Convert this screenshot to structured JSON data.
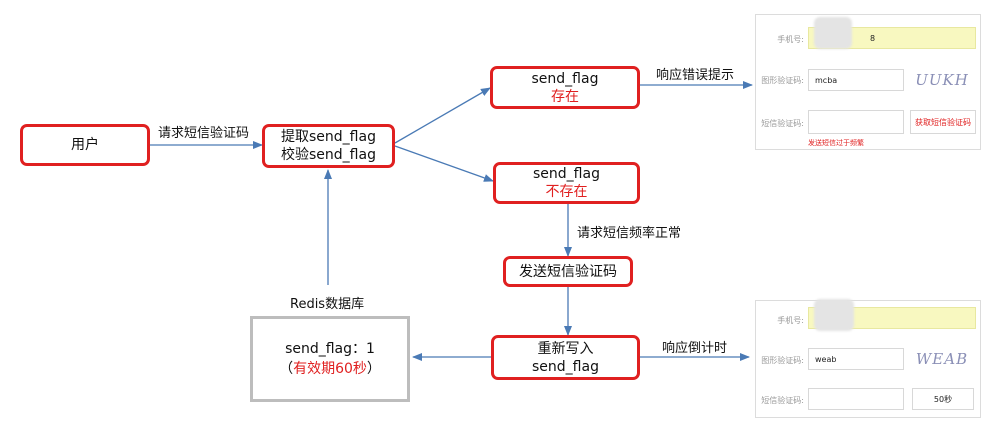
{
  "nodes": {
    "user": "用户",
    "extract_line1": "提取send_flag",
    "extract_line2": "校验send_flag",
    "exists_line1": "send_flag",
    "exists_line2": "存在",
    "notexists_line1": "send_flag",
    "notexists_line2": "不存在",
    "send_code": "发送短信验证码",
    "rewrite_line1": "重新写入",
    "rewrite_line2": "send_flag",
    "redis_line1": "send_flag：1",
    "redis_open": "（",
    "redis_ttl": "有效期60秒",
    "redis_close": "）"
  },
  "edges": {
    "request_code": "请求短信验证码",
    "error_response": "响应错误提示",
    "frequency_ok": "请求短信频率正常",
    "redis_db": "Redis数据库",
    "countdown_response": "响应倒计时"
  },
  "form_error": {
    "phone_label": "手机号:",
    "phone_value_tail": "8",
    "captcha_label": "图形验证码:",
    "captcha_value": "mcba",
    "captcha_image_text": "UUKH",
    "sms_label": "短信验证码:",
    "get_code_button": "获取短信验证码",
    "error_text": "发送短信过于频繁"
  },
  "form_countdown": {
    "phone_label": "手机号:",
    "captcha_label": "图形验证码:",
    "captcha_value": "weab",
    "captcha_image_text": "WEAB",
    "sms_label": "短信验证码:",
    "countdown_button": "50秒"
  },
  "colors": {
    "node_border": "#e02020",
    "arrow": "#4a7ab5",
    "redis_border": "#bdbdbd",
    "highlight_text": "#e02020"
  }
}
